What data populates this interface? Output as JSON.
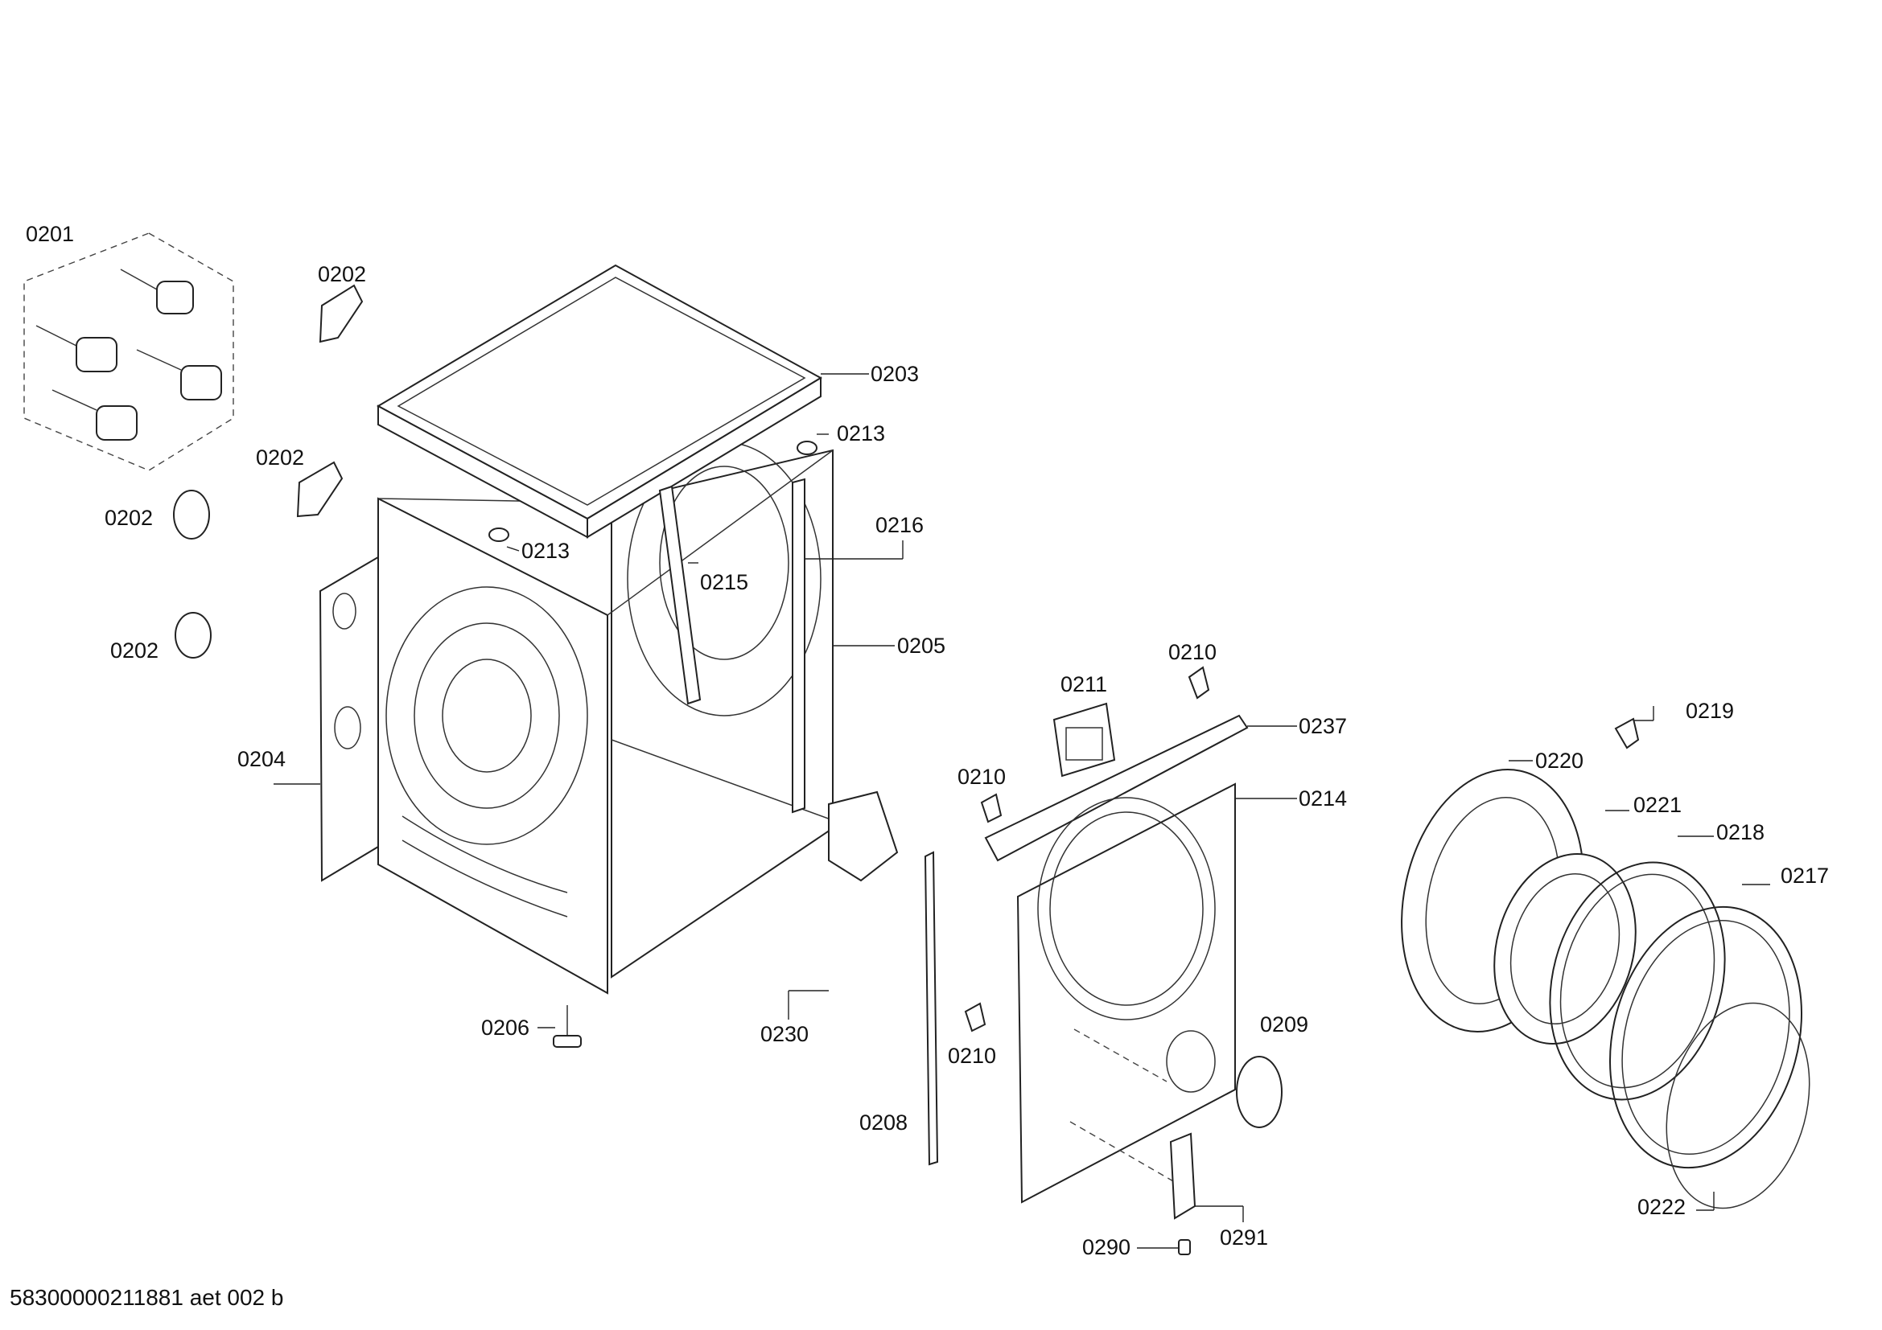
{
  "footer": "58300000211881 aet 002 b",
  "labels": {
    "l0201": "0201",
    "l0202a": "0202",
    "l0202b": "0202",
    "l0202c": "0202",
    "l0202d": "0202",
    "l0203": "0203",
    "l0213a": "0213",
    "l0213b": "0213",
    "l0216": "0216",
    "l0215": "0215",
    "l0205": "0205",
    "l0204": "0204",
    "l0206": "0206",
    "l0230": "0230",
    "l0208": "0208",
    "l0210a": "0210",
    "l0210b": "0210",
    "l0210c": "0210",
    "l0211": "0211",
    "l0237": "0237",
    "l0214": "0214",
    "l0209": "0209",
    "l0290": "0290",
    "l0291": "0291",
    "l0219": "0219",
    "l0220": "0220",
    "l0221": "0221",
    "l0218": "0218",
    "l0217": "0217",
    "l0222": "0222"
  }
}
